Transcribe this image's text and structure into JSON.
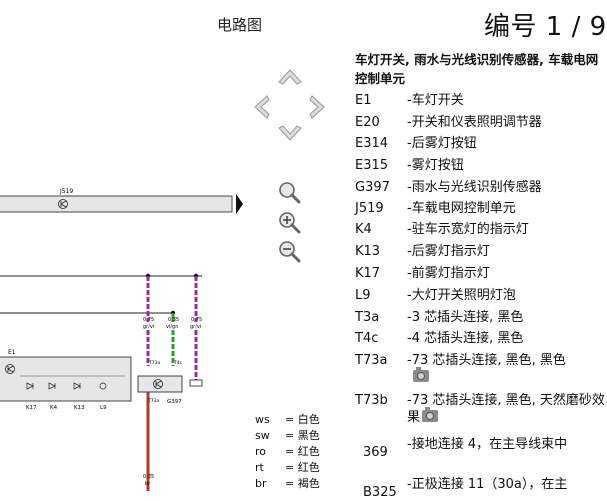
{
  "header": {
    "title": "电路图",
    "number": "编号  1 / 9"
  },
  "diagram": {
    "labels": {
      "j519": "J519",
      "e1": "E1",
      "k17": "K17",
      "k4": "K4",
      "k13": "K13",
      "l9": "L9",
      "g397": "G397",
      "w1": "0.75",
      "w1c": "gr/vi",
      "w2": "0.35",
      "w2c": "vi/gn",
      "w3": "0.75",
      "w3c": "gr/vi",
      "c1": "T73a",
      "c2": "T4c",
      "c3": "T73a",
      "w4": "0.35",
      "w4c": "br"
    }
  },
  "legend": {
    "title": "车灯开关, 雨水与光线识别传感器, 车载电网控制单元",
    "items": [
      {
        "code": "E1",
        "desc": "-车灯开关"
      },
      {
        "code": "E20",
        "desc": "-开关和仪表照明调节器"
      },
      {
        "code": "E314",
        "desc": "-后雾灯按钮"
      },
      {
        "code": "E315",
        "desc": "-雾灯按钮"
      },
      {
        "code": "G397",
        "desc": "-雨水与光线识别传感器"
      },
      {
        "code": "J519",
        "desc": "-车载电网控制单元"
      },
      {
        "code": "K4",
        "desc": "-驻车示宽灯的指示灯"
      },
      {
        "code": "K13",
        "desc": "-后雾灯指示灯"
      },
      {
        "code": "K17",
        "desc": "-前雾灯指示灯"
      },
      {
        "code": "L9",
        "desc": "-大灯开关照明灯泡"
      },
      {
        "code": "T3a",
        "desc": "-3 芯插头连接, 黑色"
      },
      {
        "code": "T4c",
        "desc": "-4 芯插头连接, 黑色"
      },
      {
        "code": "T73a",
        "desc": "-73 芯插头连接, 黑色, 黑色"
      },
      {
        "code": "T73b",
        "desc": "-73 芯插头连接, 黑色, 天然磨砂效果"
      },
      {
        "code": "369",
        "desc": "-接地连接 4，在主导线束中"
      },
      {
        "code": "B325",
        "desc": "-正极连接 11（30a），在主"
      }
    ]
  },
  "color_codes": [
    {
      "code": "ws",
      "name": "= 白色"
    },
    {
      "code": "sw",
      "name": "= 黑色"
    },
    {
      "code": "ro",
      "name": "= 红色"
    },
    {
      "code": "rt",
      "name": "= 红色"
    },
    {
      "code": "br",
      "name": "= 褐色"
    }
  ],
  "colors": {
    "wire_purple": "#9b2a9b",
    "wire_green": "#2aa02a",
    "wire_red": "#b33a2a",
    "nav_fill": "#dcdcdc"
  },
  "icons": {
    "nav_up": "chevron-up-icon",
    "nav_down": "chevron-down-icon",
    "nav_left": "chevron-left-icon",
    "nav_right": "chevron-right-icon",
    "zoom_fit": "magnifier-icon",
    "zoom_in": "zoom-in-icon",
    "zoom_out": "zoom-out-icon",
    "photo": "camera-icon"
  }
}
